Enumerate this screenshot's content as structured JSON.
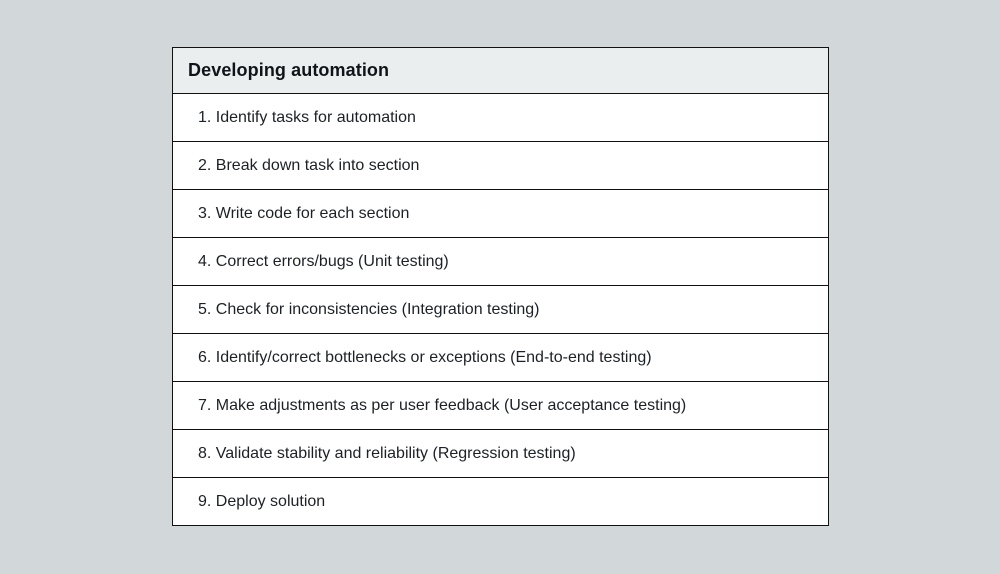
{
  "page": {
    "background_color": "#d2d7da"
  },
  "table": {
    "title": "Developing automation",
    "header_bg_color": "#ebeeef",
    "row_bg_color": "#ffffff",
    "border_color": "#111111",
    "rows": [
      "1. Identify tasks for automation",
      "2. Break down task into section",
      "3. Write code for each section",
      "4. Correct errors/bugs (Unit testing)",
      "5. Check for inconsistencies (Integration testing)",
      "6. Identify/correct bottlenecks or exceptions (End-to-end testing)",
      "7. Make adjustments as per user feedback (User acceptance testing)",
      "8. Validate stability and reliability (Regression testing)",
      "9. Deploy solution"
    ]
  }
}
